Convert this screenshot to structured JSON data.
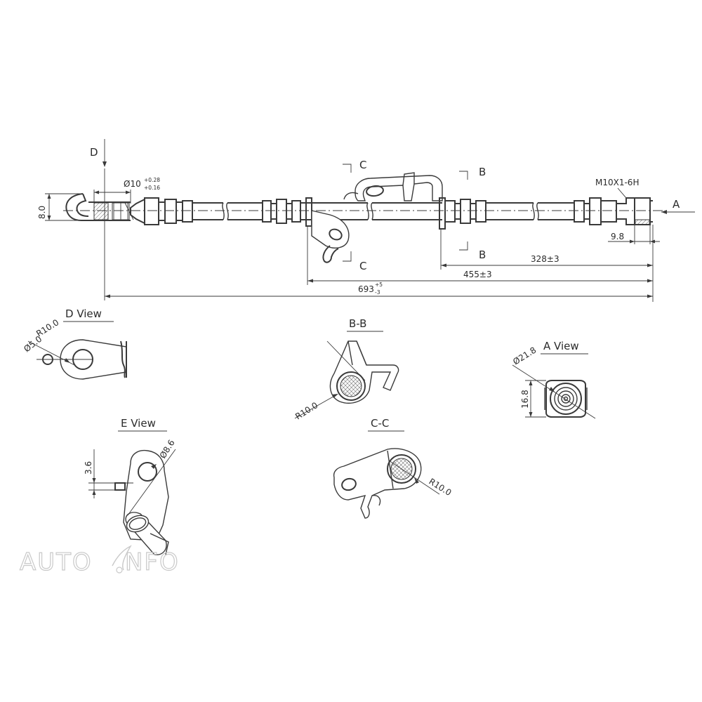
{
  "labels": {
    "d_marker": "D",
    "c_marker": "C",
    "b_marker": "B",
    "a_marker": "A",
    "thread": "M10X1-6H",
    "dim_8": "8.0",
    "dim_dia10": "Ø10",
    "dim_dia10_upper": "+0.28",
    "dim_dia10_lower": "+0.16",
    "dim_9_8": "9.8",
    "dim_328": "328±3",
    "dim_455": "455±3",
    "dim_693": "693",
    "dim_693_upper": "+5",
    "dim_693_lower": "-3"
  },
  "views": {
    "d_view": {
      "title": "D View",
      "r": "R10.0",
      "dia": "Ø5.0"
    },
    "b_section": {
      "title": "B-B",
      "r": "R10.0"
    },
    "a_view": {
      "title": "A View",
      "dia": "Ø21.8",
      "h": "16.8"
    },
    "e_view": {
      "title": "E View",
      "dia": "Ø8.6",
      "h": "3.6"
    },
    "c_section": {
      "title": "C-C",
      "r": "R10.0"
    }
  },
  "watermark": {
    "left": "AUTO",
    "right": "NFO"
  }
}
